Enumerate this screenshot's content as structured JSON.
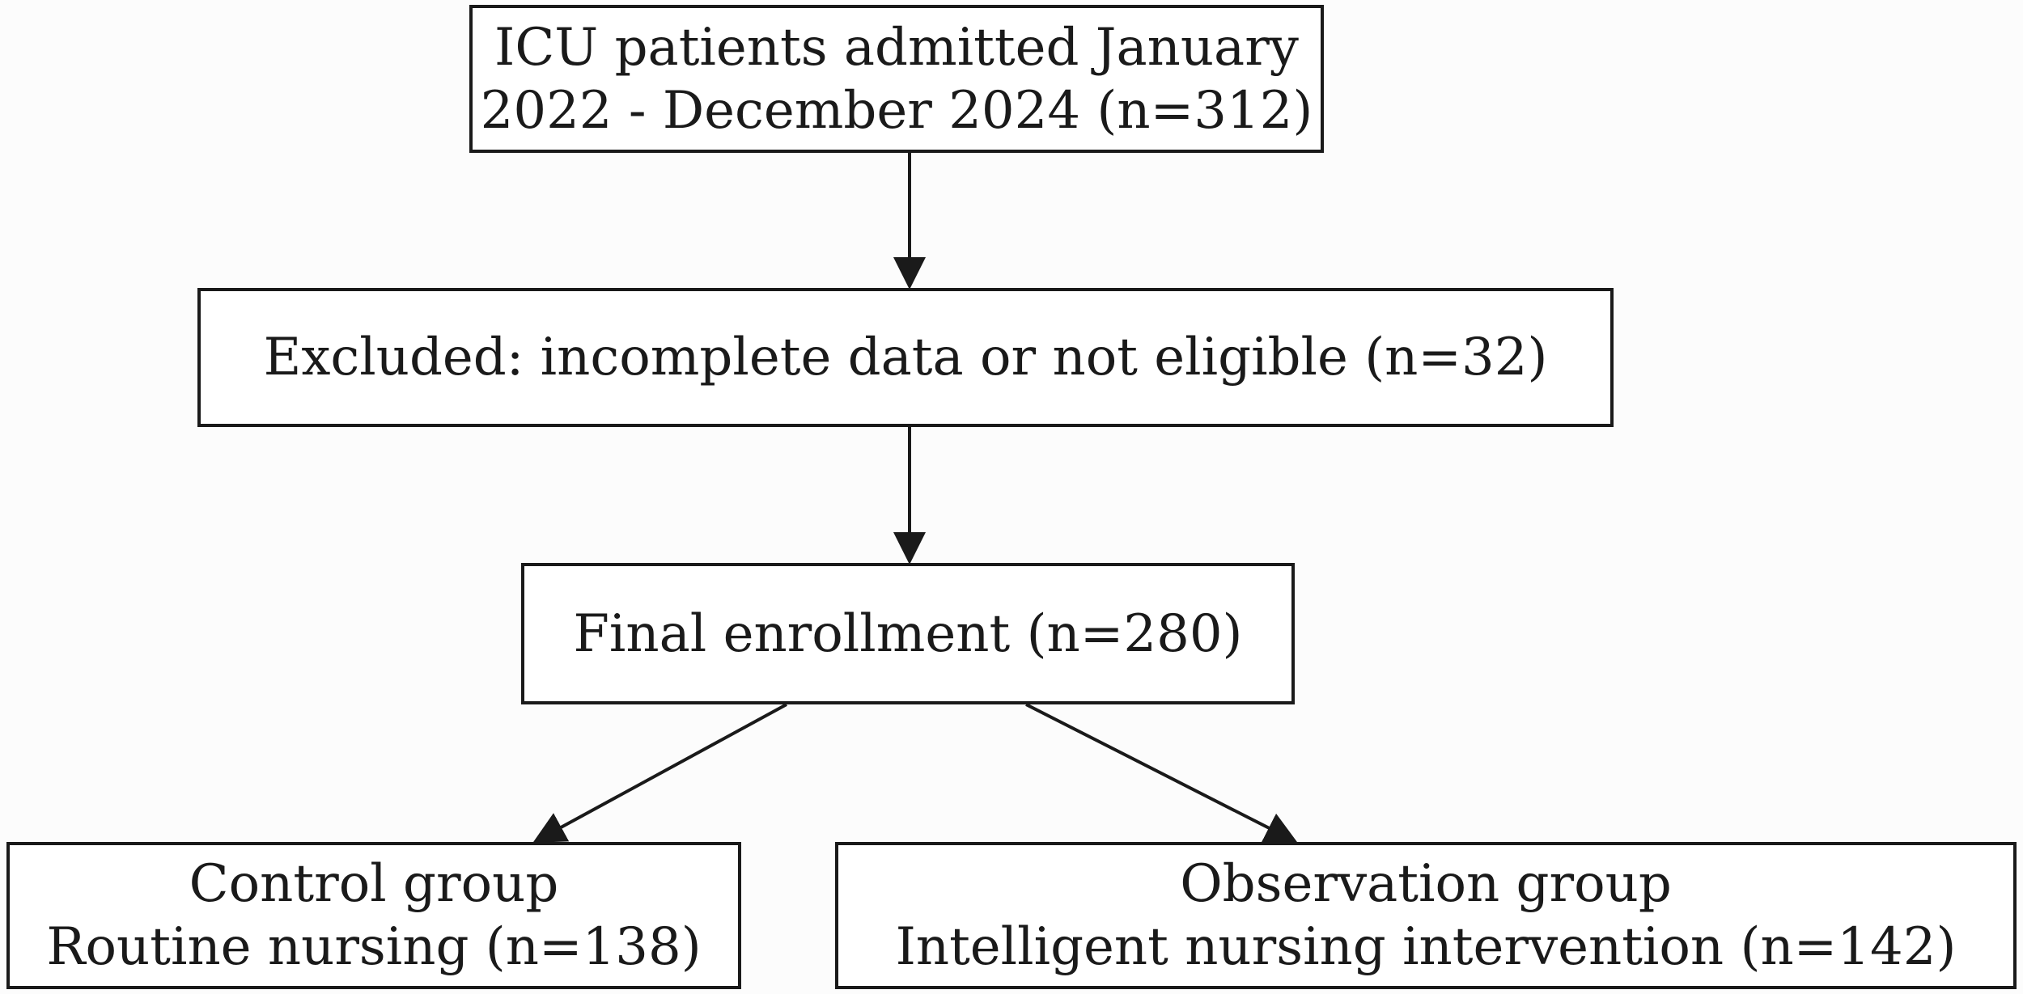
{
  "nodes": {
    "admitted": {
      "line1": "ICU patients admitted January",
      "line2": "2022 - December 2024 (n=312)"
    },
    "excluded": {
      "line1": "Excluded: incomplete data or not eligible (n=32)"
    },
    "final": {
      "line1": "Final enrollment (n=280)"
    },
    "control": {
      "line1": "Control group",
      "line2": "Routine nursing (n=138)"
    },
    "observation": {
      "line1": "Observation group",
      "line2": "Intelligent nursing intervention (n=142)"
    }
  },
  "edges": [
    {
      "from": "admitted",
      "to": "excluded"
    },
    {
      "from": "excluded",
      "to": "final"
    },
    {
      "from": "final",
      "to": "control"
    },
    {
      "from": "final",
      "to": "observation"
    }
  ],
  "colors": {
    "stroke": "#1a1a1a",
    "background": "#fcfcfc",
    "box_fill": "#ffffff"
  }
}
